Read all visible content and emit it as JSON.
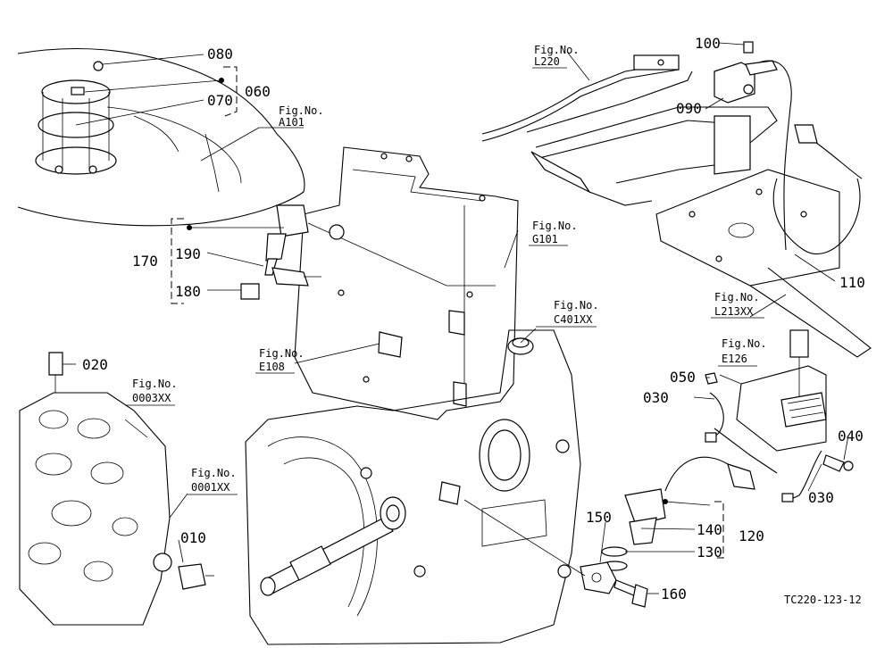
{
  "drawing_code": "TC220-123-12",
  "part_numbers": {
    "p010": "010",
    "p020": "020",
    "p030a": "030",
    "p030b": "030",
    "p040": "040",
    "p050": "050",
    "p060": "060",
    "p070": "070",
    "p080": "080",
    "p090": "090",
    "p100": "100",
    "p110": "110",
    "p120": "120",
    "p130": "130",
    "p140": "140",
    "p150": "150",
    "p160": "160",
    "p170": "170",
    "p180": "180",
    "p190": "190"
  },
  "figure_refs": [
    {
      "line1": "Fig.No.",
      "line2": "A101"
    },
    {
      "line1": "Fig.No.",
      "line2": "L220"
    },
    {
      "line1": "Fig.No.",
      "line2": "G101"
    },
    {
      "line1": "Fig.No.",
      "line2": "C401XX"
    },
    {
      "line1": "Fig.No.",
      "line2": "E108"
    },
    {
      "line1": "Fig.No.",
      "line2": "0003XX"
    },
    {
      "line1": "Fig.No.",
      "line2": "0001XX"
    },
    {
      "line1": "Fig.No.",
      "line2": "L213XX"
    },
    {
      "line1": "Fig.No.",
      "line2": "E126"
    }
  ]
}
